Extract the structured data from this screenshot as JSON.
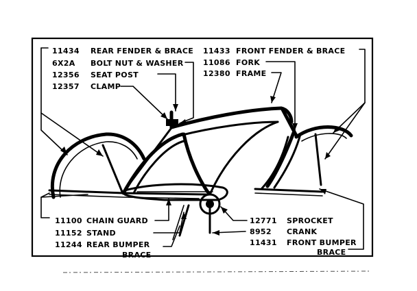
{
  "callouts_left": [
    {
      "num": "11434",
      "text": "REAR FENDER & BRACE"
    },
    {
      "num": "6X2A",
      "text": "BOLT NUT & WASHER"
    },
    {
      "num": "12356",
      "text": "SEAT POST"
    },
    {
      "num": "12357",
      "text": "CLAMP"
    }
  ],
  "callouts_right": [
    {
      "num": "11433",
      "text": "FRONT FENDER & BRACE"
    },
    {
      "num": "11086",
      "text": "FORK"
    },
    {
      "num": "12380",
      "text": "FRAME"
    }
  ],
  "callouts_bottom_left": [
    {
      "num": "11100",
      "text": "CHAIN GUARD"
    },
    {
      "num": "11152",
      "text": "STAND"
    },
    {
      "num": "11244",
      "text": "REAR BUMPER",
      "text2": "BRACE"
    }
  ],
  "callouts_bottom_right": [
    {
      "num": "12771",
      "text": "SPROCKET"
    },
    {
      "num": "8952",
      "text": "CRANK"
    },
    {
      "num": "11431",
      "text": "FRONT BUMPER",
      "text2": "BRACE"
    }
  ]
}
